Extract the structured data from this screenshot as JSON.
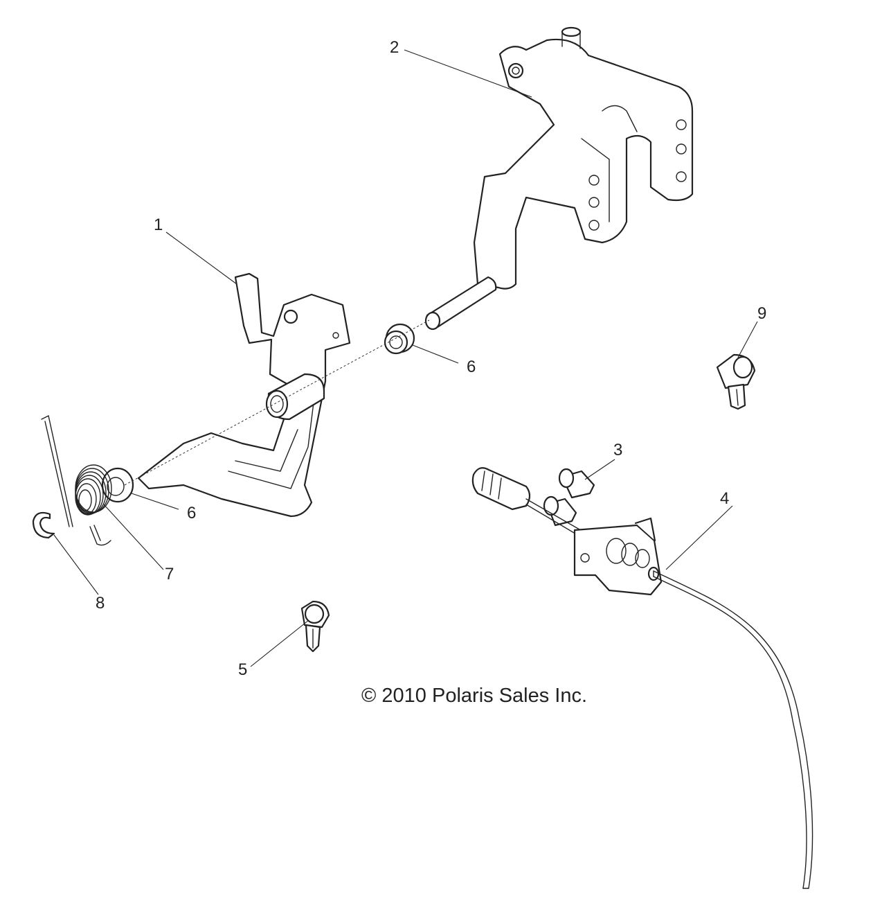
{
  "copyright": "© 2010 Polaris Sales Inc.",
  "callouts": {
    "c1": "1",
    "c2": "2",
    "c3": "3",
    "c4": "4",
    "c5": "5",
    "c6a": "6",
    "c6b": "6",
    "c7": "7",
    "c8": "8",
    "c9": "9"
  }
}
